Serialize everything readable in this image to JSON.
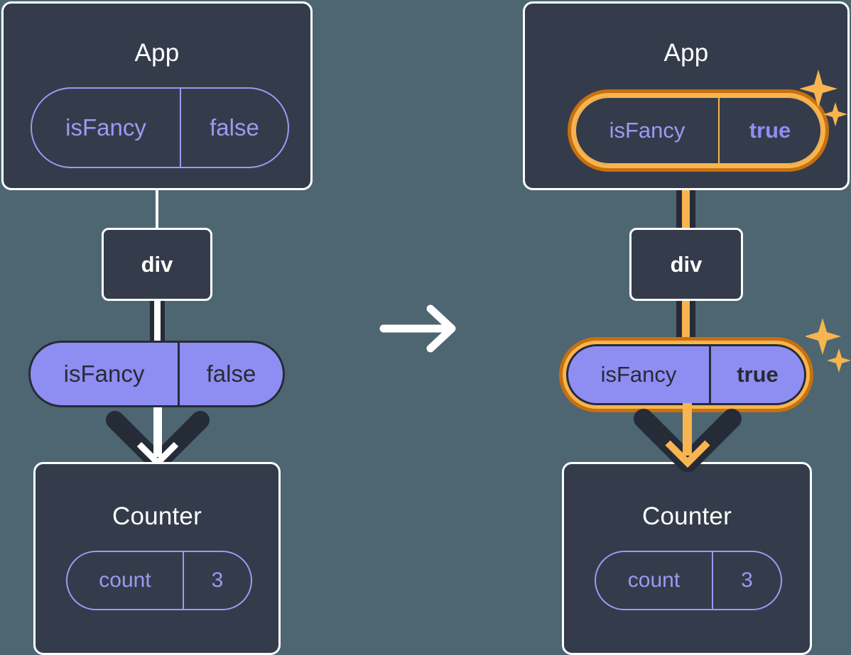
{
  "diagram": {
    "title": "React state update propagation diagram",
    "transition_icon": "right-arrow-icon",
    "colors": {
      "background": "#4d6672",
      "box": "#343c4b",
      "box_border": "#ffffff",
      "pill_purple": "#8e8ef2",
      "pill_outline_purple": "#9a9af2",
      "dark_line": "#262b38",
      "highlight_orange_light": "#f7b44f",
      "highlight_orange_dark": "#c8700f",
      "text_light": "#ffffff",
      "text_dark": "#262b38"
    }
  },
  "panels": [
    {
      "id": "before",
      "app": {
        "title": "App",
        "prop": {
          "name": "isFancy",
          "value": "false",
          "highlighted": false,
          "bold_value": false
        }
      },
      "div": {
        "label": "div"
      },
      "wire_prop": {
        "name": "isFancy",
        "value": "false",
        "highlighted": false,
        "bold_value": false
      },
      "counter": {
        "title": "Counter",
        "state": {
          "name": "count",
          "value": "3",
          "highlighted": false,
          "bold_value": false
        }
      },
      "sparkles_visible": false,
      "arrow_color": "#ffffff"
    },
    {
      "id": "after",
      "app": {
        "title": "App",
        "prop": {
          "name": "isFancy",
          "value": "true",
          "highlighted": true,
          "bold_value": true
        }
      },
      "div": {
        "label": "div"
      },
      "wire_prop": {
        "name": "isFancy",
        "value": "true",
        "highlighted": true,
        "bold_value": true
      },
      "counter": {
        "title": "Counter",
        "state": {
          "name": "count",
          "value": "3",
          "highlighted": false,
          "bold_value": false
        }
      },
      "sparkles_visible": true,
      "arrow_color": "#f7b44f"
    }
  ]
}
